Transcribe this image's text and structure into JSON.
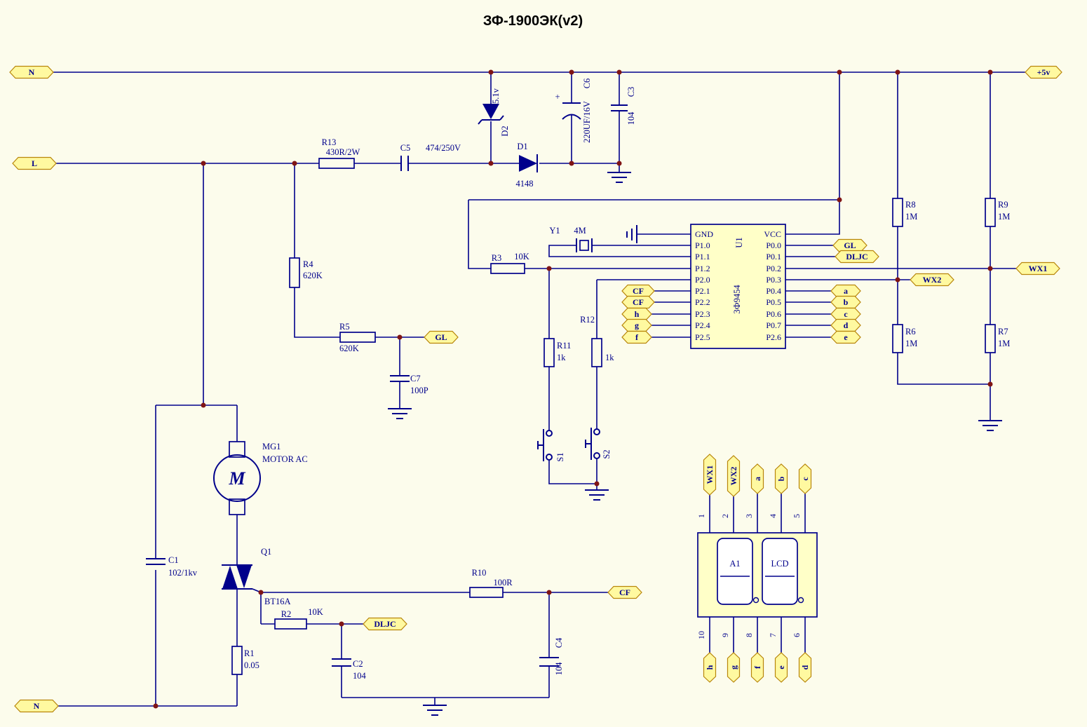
{
  "title": "ЗФ-1900ЭК(v2)",
  "colors": {
    "background": "#FCFCEC",
    "wire": "#00008B",
    "junction": "#801515",
    "flag_fill": "#FFF9A0",
    "flag_border": "#B8860B",
    "box_fill": "#FFFFC8"
  },
  "flags": {
    "n_top": "N",
    "v5": "+5v",
    "l": "L",
    "gl1": "GL",
    "gl2": "GL",
    "dljc1": "DLJC",
    "dljc2": "DLJC",
    "wx1": "WX1",
    "wx2": "WX2",
    "seg_a": "a",
    "seg_b": "b",
    "seg_c": "c",
    "seg_d": "d",
    "seg_e": "e",
    "seg_f": "f",
    "seg_g": "g",
    "seg_h": "h",
    "cf1": "CF",
    "cf2": "CF",
    "cf3": "CF",
    "n_bottom": "N"
  },
  "components": {
    "R13": {
      "ref": "R13",
      "value": "430R/2W"
    },
    "C5": {
      "ref": "C5",
      "value": "474/250V"
    },
    "D2": {
      "ref": "D2",
      "value": "5.1v"
    },
    "D1": {
      "ref": "D1",
      "value": "4148"
    },
    "C6": {
      "ref": "C6",
      "value": "220UF/16V",
      "polarity": "+"
    },
    "C3": {
      "ref": "C3",
      "value": "104"
    },
    "R4": {
      "ref": "R4",
      "value": "620K"
    },
    "R5": {
      "ref": "R5",
      "value": "620K"
    },
    "C7": {
      "ref": "C7",
      "value": "100P"
    },
    "MG1": {
      "ref": "MG1",
      "value": "MOTOR AC",
      "symbol": "M"
    },
    "C1": {
      "ref": "C1",
      "value": "102/1kv"
    },
    "Q1": {
      "ref": "Q1",
      "value": "BT16A"
    },
    "R1": {
      "ref": "R1",
      "value": "0.05"
    },
    "R2": {
      "ref": "R2",
      "value": "10K"
    },
    "C2": {
      "ref": "C2",
      "value": "104"
    },
    "R10": {
      "ref": "R10",
      "value": "100R"
    },
    "C4": {
      "ref": "C4",
      "value": "104"
    },
    "R3": {
      "ref": "R3",
      "value": "10K"
    },
    "Y1": {
      "ref": "Y1",
      "value": "4M"
    },
    "R11": {
      "ref": "R11",
      "value": "1k"
    },
    "R12": {
      "ref": "R12",
      "value": "1k"
    },
    "S1": {
      "ref": "S1"
    },
    "S2": {
      "ref": "S2"
    },
    "R8": {
      "ref": "R8",
      "value": "1M"
    },
    "R9": {
      "ref": "R9",
      "value": "1M"
    },
    "R6": {
      "ref": "R6",
      "value": "1M"
    },
    "R7": {
      "ref": "R7",
      "value": "1M"
    }
  },
  "ic": {
    "ref": "U1",
    "part": "3Ф9454",
    "left_pins": [
      "GND",
      "P1.0",
      "P1.1",
      "P1.2",
      "P2.0",
      "P2.1",
      "P2.2",
      "P2.3",
      "P2.4",
      "P2.5"
    ],
    "right_pins": [
      "VCC",
      "P0.0",
      "P0.1",
      "P0.2",
      "P0.3",
      "P0.4",
      "P0.5",
      "P0.6",
      "P0.7",
      "P2.6"
    ]
  },
  "connector": {
    "a1_label": "A1",
    "lcd_label": "LCD",
    "top_pin_numbers": [
      "1",
      "2",
      "3",
      "4",
      "5"
    ],
    "bottom_pin_numbers": [
      "10",
      "9",
      "8",
      "7",
      "6"
    ],
    "top_flags": [
      "WX1",
      "WX2",
      "a",
      "b",
      "c"
    ],
    "bottom_flags": [
      "h",
      "g",
      "f",
      "e",
      "d"
    ]
  }
}
